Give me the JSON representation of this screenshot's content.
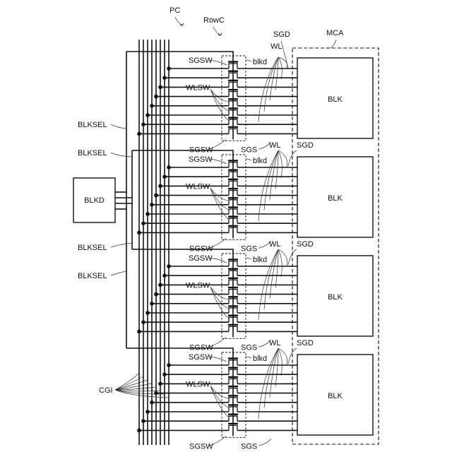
{
  "labels": {
    "pc": "PC",
    "rowc": "RowC",
    "mca": "MCA",
    "blkd": "BLKD",
    "blk": "BLK",
    "blksel": "BLKSEL",
    "cgi": "CGI",
    "sgsw": "SGSW",
    "wlsw": "WLSW",
    "blkd_lower": "blkd",
    "wl": "WL",
    "sgd": "SGD",
    "sgs": "SGS"
  },
  "structure": {
    "block_count": 4,
    "cgi_line_count": 8,
    "row_lines_per_block": 8,
    "blksel_label_count": 4
  }
}
